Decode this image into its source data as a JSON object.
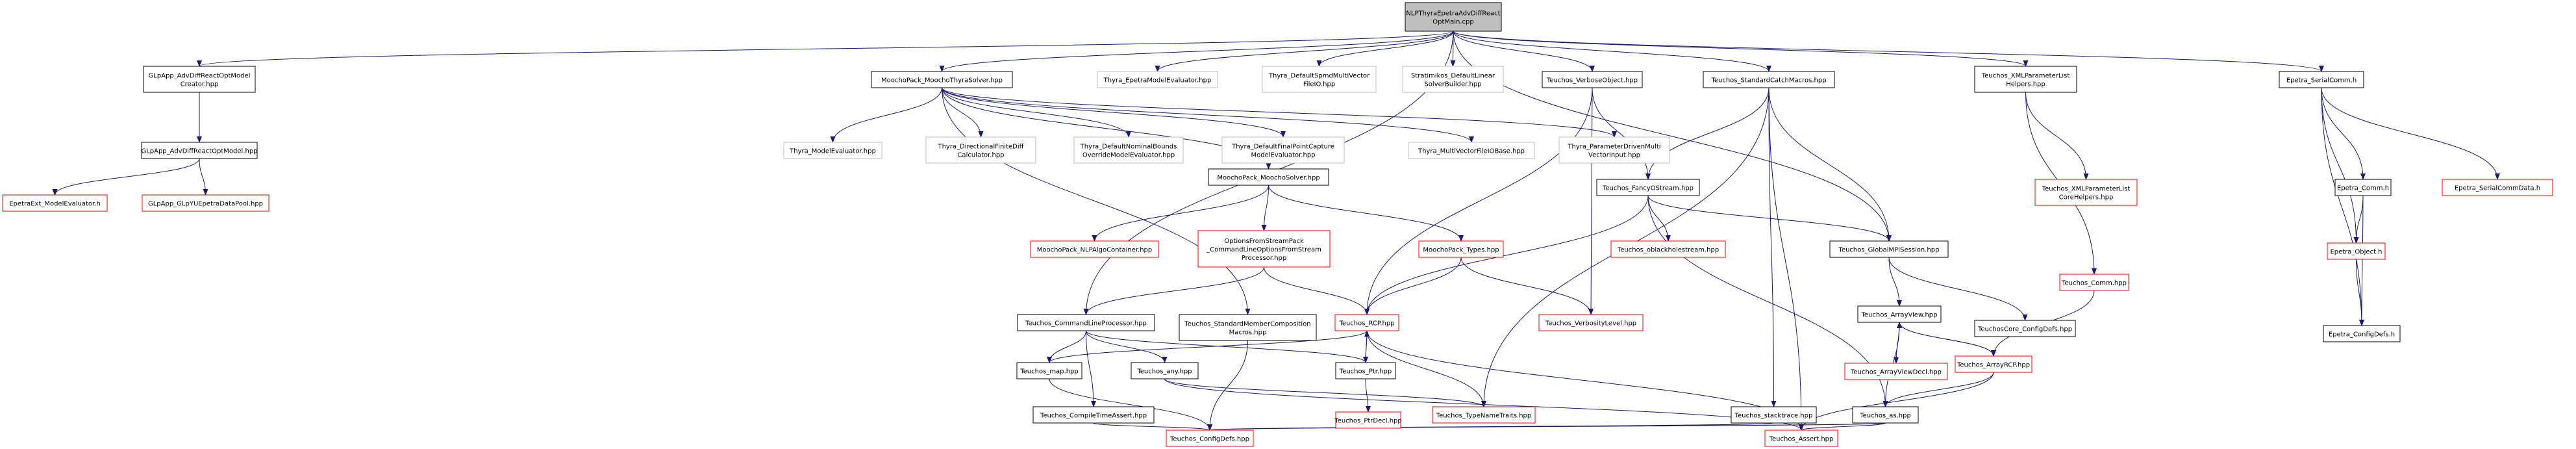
{
  "diagram": {
    "title": "NLPThyraEpetraAdvDiffReactOptMain.cpp include dependency graph",
    "colors": {
      "edge": "#191970",
      "root_fill": "#bfbfbf",
      "missing_border": "#bfbfbf",
      "external_border": "#ff0000",
      "node_border": "#000000"
    },
    "nodes": [
      {
        "id": "root",
        "lines": [
          "NLPThyraEpetraAdvDiffReact",
          "OptMain.cpp"
        ],
        "style": "root"
      },
      {
        "id": "glpcreator",
        "lines": [
          "GLpApp_AdvDiffReactOptModel",
          "Creator.hpp"
        ],
        "style": "normal"
      },
      {
        "id": "glpmodel",
        "lines": [
          "GLpApp_AdvDiffReactOptModel.hpp"
        ],
        "style": "normal"
      },
      {
        "id": "epetraext_me",
        "lines": [
          "EpetraExt_ModelEvaluator.h"
        ],
        "style": "red"
      },
      {
        "id": "glpyuepetra",
        "lines": [
          "GLpApp_GLpYUEpetraDataPool.hpp"
        ],
        "style": "red"
      },
      {
        "id": "moochothyra",
        "lines": [
          "MoochoPack_MoochoThyraSolver.hpp"
        ],
        "style": "normal"
      },
      {
        "id": "thyra_epetra_me",
        "lines": [
          "Thyra_EpetraModelEvaluator.hpp"
        ],
        "style": "grey"
      },
      {
        "id": "thyra_spmd",
        "lines": [
          "Thyra_DefaultSpmdMultiVector",
          "FileIO.hpp"
        ],
        "style": "grey"
      },
      {
        "id": "strat",
        "lines": [
          "Stratimikos_DefaultLinear",
          "SolverBuilder.hpp"
        ],
        "style": "grey"
      },
      {
        "id": "verboseobj",
        "lines": [
          "Teuchos_VerboseObject.hpp"
        ],
        "style": "normal"
      },
      {
        "id": "stdcatch",
        "lines": [
          "Teuchos_StandardCatchMacros.hpp"
        ],
        "style": "normal"
      },
      {
        "id": "xmlparam",
        "lines": [
          "Teuchos_XMLParameterList",
          "Helpers.hpp"
        ],
        "style": "normal"
      },
      {
        "id": "epetra_serialcomm",
        "lines": [
          "Epetra_SerialComm.h"
        ],
        "style": "normal"
      },
      {
        "id": "thyra_me",
        "lines": [
          "Thyra_ModelEvaluator.hpp"
        ],
        "style": "grey"
      },
      {
        "id": "thyra_fd",
        "lines": [
          "Thyra_DirectionalFiniteDiff",
          "Calculator.hpp"
        ],
        "style": "grey"
      },
      {
        "id": "thyra_nb",
        "lines": [
          "Thyra_DefaultNominalBounds",
          "OverrideModelEvaluator.hpp"
        ],
        "style": "grey"
      },
      {
        "id": "thyra_fpc",
        "lines": [
          "Thyra_DefaultFinalPointCapture",
          "ModelEvaluator.hpp"
        ],
        "style": "grey"
      },
      {
        "id": "thyra_mvfio",
        "lines": [
          "Thyra_MultiVectorFileIOBase.hpp"
        ],
        "style": "grey"
      },
      {
        "id": "thyra_pdmv",
        "lines": [
          "Thyra_ParameterDrivenMulti",
          "VectorInput.hpp"
        ],
        "style": "grey"
      },
      {
        "id": "moochosolver",
        "lines": [
          "MoochoPack_MoochoSolver.hpp"
        ],
        "style": "normal"
      },
      {
        "id": "fancyostream",
        "lines": [
          "Teuchos_FancyOStream.hpp"
        ],
        "style": "normal"
      },
      {
        "id": "xmlcore",
        "lines": [
          "Teuchos_XMLParameterList",
          "CoreHelpers.hpp"
        ],
        "style": "red"
      },
      {
        "id": "epetra_comm",
        "lines": [
          "Epetra_Comm.h"
        ],
        "style": "normal"
      },
      {
        "id": "epetra_sercommdata",
        "lines": [
          "Epetra_SerialCommData.h"
        ],
        "style": "red"
      },
      {
        "id": "nlpalgo",
        "lines": [
          "MoochoPack_NLPAlgoContainer.hpp"
        ],
        "style": "red"
      },
      {
        "id": "optsfromstream",
        "lines": [
          "OptionsFromStreamPack",
          "_CommandLineOptionsFromStream",
          "Processor.hpp"
        ],
        "style": "red"
      },
      {
        "id": "moochotypes",
        "lines": [
          "MoochoPack_Types.hpp"
        ],
        "style": "red"
      },
      {
        "id": "oblackhole",
        "lines": [
          "Teuchos_oblackholestream.hpp"
        ],
        "style": "red"
      },
      {
        "id": "globalmpi",
        "lines": [
          "Teuchos_GlobalMPISession.hpp"
        ],
        "style": "normal"
      },
      {
        "id": "comm_hpp",
        "lines": [
          "Teuchos_Comm.hpp"
        ],
        "style": "red"
      },
      {
        "id": "epetra_object",
        "lines": [
          "Epetra_Object.h"
        ],
        "style": "red"
      },
      {
        "id": "clp",
        "lines": [
          "Teuchos_CommandLineProcessor.hpp"
        ],
        "style": "normal"
      },
      {
        "id": "stdmember",
        "lines": [
          "Teuchos_StandardMemberComposition",
          "Macros.hpp"
        ],
        "style": "normal"
      },
      {
        "id": "rcp",
        "lines": [
          "Teuchos_RCP.hpp"
        ],
        "style": "red"
      },
      {
        "id": "verbositylevel",
        "lines": [
          "Teuchos_VerbosityLevel.hpp"
        ],
        "style": "red"
      },
      {
        "id": "arrayview",
        "lines": [
          "Teuchos_ArrayView.hpp"
        ],
        "style": "normal"
      },
      {
        "id": "coreconfig",
        "lines": [
          "TeuchosCore_ConfigDefs.hpp"
        ],
        "style": "normal"
      },
      {
        "id": "epetra_configdefs",
        "lines": [
          "Epetra_ConfigDefs.h"
        ],
        "style": "normal"
      },
      {
        "id": "map",
        "lines": [
          "Teuchos_map.hpp"
        ],
        "style": "normal"
      },
      {
        "id": "any",
        "lines": [
          "Teuchos_any.hpp"
        ],
        "style": "normal"
      },
      {
        "id": "ptr",
        "lines": [
          "Teuchos_Ptr.hpp"
        ],
        "style": "normal"
      },
      {
        "id": "arrayviewdecl",
        "lines": [
          "Teuchos_ArrayViewDecl.hpp"
        ],
        "style": "red"
      },
      {
        "id": "arrayrcp",
        "lines": [
          "Teuchos_ArrayRCP.hpp"
        ],
        "style": "red"
      },
      {
        "id": "ptrdecl",
        "lines": [
          "Teuchos_PtrDecl.hpp"
        ],
        "style": "red"
      },
      {
        "id": "compiletime",
        "lines": [
          "Teuchos_CompileTimeAssert.hpp"
        ],
        "style": "normal"
      },
      {
        "id": "typenametraits",
        "lines": [
          "Teuchos_TypeNameTraits.hpp"
        ],
        "style": "red"
      },
      {
        "id": "stacktrace",
        "lines": [
          "Teuchos_stacktrace.hpp"
        ],
        "style": "normal"
      },
      {
        "id": "as",
        "lines": [
          "Teuchos_as.hpp"
        ],
        "style": "normal"
      },
      {
        "id": "configdefs",
        "lines": [
          "Teuchos_ConfigDefs.hpp"
        ],
        "style": "red"
      },
      {
        "id": "assert",
        "lines": [
          "Teuchos_Assert.hpp"
        ],
        "style": "red"
      }
    ],
    "edges": [
      [
        "root",
        "glpcreator"
      ],
      [
        "root",
        "moochothyra"
      ],
      [
        "root",
        "thyra_epetra_me"
      ],
      [
        "root",
        "thyra_spmd"
      ],
      [
        "root",
        "strat"
      ],
      [
        "root",
        "verboseobj"
      ],
      [
        "root",
        "stdcatch"
      ],
      [
        "root",
        "xmlparam"
      ],
      [
        "root",
        "epetra_serialcomm"
      ],
      [
        "root",
        "globalmpi"
      ],
      [
        "root",
        "clp"
      ],
      [
        "glpcreator",
        "glpmodel"
      ],
      [
        "glpmodel",
        "epetraext_me"
      ],
      [
        "glpmodel",
        "glpyuepetra"
      ],
      [
        "moochothyra",
        "thyra_me"
      ],
      [
        "moochothyra",
        "thyra_fd"
      ],
      [
        "moochothyra",
        "thyra_nb"
      ],
      [
        "moochothyra",
        "thyra_fpc"
      ],
      [
        "moochothyra",
        "thyra_mvfio"
      ],
      [
        "moochothyra",
        "thyra_pdmv"
      ],
      [
        "moochothyra",
        "moochosolver"
      ],
      [
        "moochothyra",
        "stdmember"
      ],
      [
        "moochosolver",
        "nlpalgo"
      ],
      [
        "moochosolver",
        "optsfromstream"
      ],
      [
        "moochosolver",
        "moochotypes"
      ],
      [
        "optsfromstream",
        "clp"
      ],
      [
        "optsfromstream",
        "rcp"
      ],
      [
        "moochotypes",
        "rcp"
      ],
      [
        "moochotypes",
        "verbositylevel"
      ],
      [
        "verboseobj",
        "fancyostream"
      ],
      [
        "verboseobj",
        "verbositylevel"
      ],
      [
        "verboseobj",
        "rcp"
      ],
      [
        "stdcatch",
        "fancyostream"
      ],
      [
        "stdcatch",
        "globalmpi"
      ],
      [
        "stdcatch",
        "stacktrace"
      ],
      [
        "stdcatch",
        "typenametraits"
      ],
      [
        "stdcatch",
        "assert"
      ],
      [
        "fancyostream",
        "oblackhole"
      ],
      [
        "fancyostream",
        "globalmpi"
      ],
      [
        "fancyostream",
        "rcp"
      ],
      [
        "fancyostream",
        "as"
      ],
      [
        "globalmpi",
        "arrayview"
      ],
      [
        "globalmpi",
        "coreconfig"
      ],
      [
        "xmlparam",
        "xmlcore"
      ],
      [
        "xmlparam",
        "comm_hpp"
      ],
      [
        "comm_hpp",
        "arrayrcp"
      ],
      [
        "epetra_serialcomm",
        "epetra_comm"
      ],
      [
        "epetra_serialcomm",
        "epetra_sercommdata"
      ],
      [
        "epetra_serialcomm",
        "epetra_object"
      ],
      [
        "epetra_serialcomm",
        "epetra_configdefs"
      ],
      [
        "epetra_comm",
        "epetra_object"
      ],
      [
        "epetra_comm",
        "epetra_configdefs"
      ],
      [
        "epetra_object",
        "epetra_configdefs"
      ],
      [
        "clp",
        "map"
      ],
      [
        "clp",
        "any"
      ],
      [
        "clp",
        "compiletime"
      ],
      [
        "clp",
        "ptr"
      ],
      [
        "stdmember",
        "configdefs"
      ],
      [
        "rcp",
        "ptr"
      ],
      [
        "rcp",
        "typenametraits"
      ],
      [
        "rcp",
        "assert"
      ],
      [
        "rcp",
        "map"
      ],
      [
        "ptr",
        "rcp"
      ],
      [
        "ptr",
        "ptrdecl"
      ],
      [
        "any",
        "typenametraits"
      ],
      [
        "any",
        "assert"
      ],
      [
        "map",
        "configdefs"
      ],
      [
        "compiletime",
        "configdefs"
      ],
      [
        "arrayview",
        "arrayviewdecl"
      ],
      [
        "arrayview",
        "arrayrcp"
      ],
      [
        "arrayview",
        "as"
      ],
      [
        "arrayrcp",
        "arrayview"
      ],
      [
        "arrayrcp",
        "as"
      ],
      [
        "arrayrcp",
        "assert"
      ],
      [
        "stacktrace",
        "configdefs"
      ],
      [
        "as",
        "configdefs"
      ],
      [
        "as",
        "assert"
      ]
    ]
  }
}
